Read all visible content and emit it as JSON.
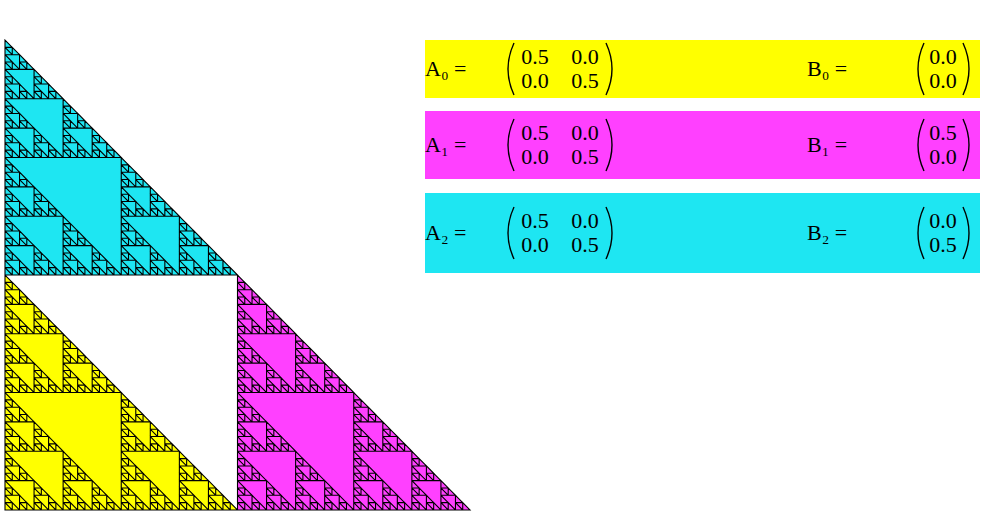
{
  "diagram": {
    "nodes": [
      {
        "text": [
          "A₀ =",
          "0.5",
          "0.0",
          "0.0",
          "0.5",
          "B₀ =",
          "0.0",
          "0.0"
        ]
      },
      {
        "text": [
          "A₁ =",
          "0.5",
          "0.0",
          "0.0",
          "0.5",
          "B₁ =",
          "0.5",
          "0.0"
        ]
      },
      {
        "text": [
          "A₂ =",
          "0.5",
          "0.0",
          "0.0",
          "0.5",
          "B₂ =",
          "0.0",
          "0.5"
        ]
      }
    ]
  }
}
